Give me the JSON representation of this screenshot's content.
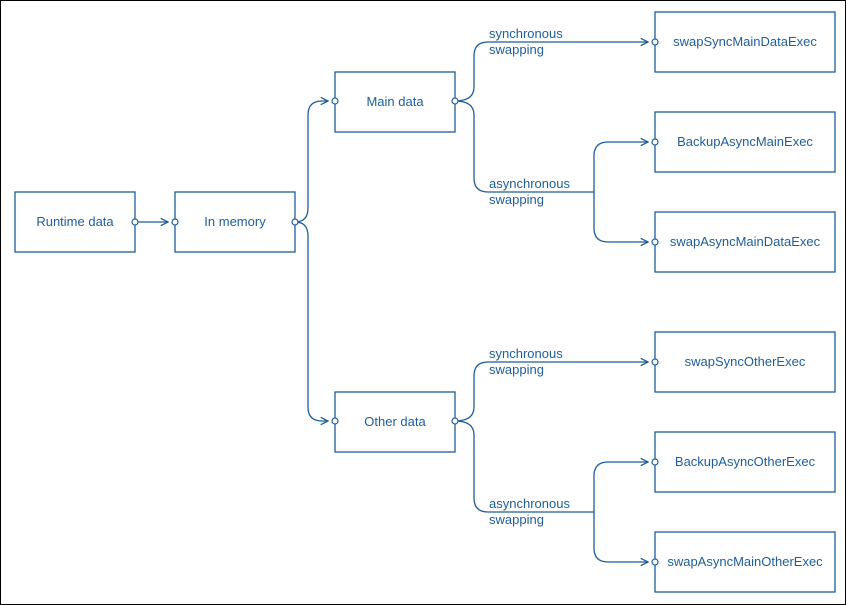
{
  "nodes": {
    "runtime": "Runtime data",
    "memory": "In memory",
    "main": "Main data",
    "other": "Other data",
    "swap_sync_main": "swapSyncMainDataExec",
    "backup_async_main": "BackupAsyncMainExec",
    "swap_async_main": "swapAsyncMainDataExec",
    "swap_sync_other": "swapSyncOtherExec",
    "backup_async_other": "BackupAsyncOtherExec",
    "swap_async_main_other": "swapAsyncMainOtherExec"
  },
  "edges": {
    "main_sync": [
      "synchronous",
      "swapping"
    ],
    "main_async": [
      "asynchronous",
      "swapping"
    ],
    "other_sync": [
      "synchronous",
      "swapping"
    ],
    "other_async": [
      "asynchronous",
      "swapping"
    ]
  },
  "colors": {
    "stroke": "#1f5d9c",
    "frame": "#000000"
  }
}
